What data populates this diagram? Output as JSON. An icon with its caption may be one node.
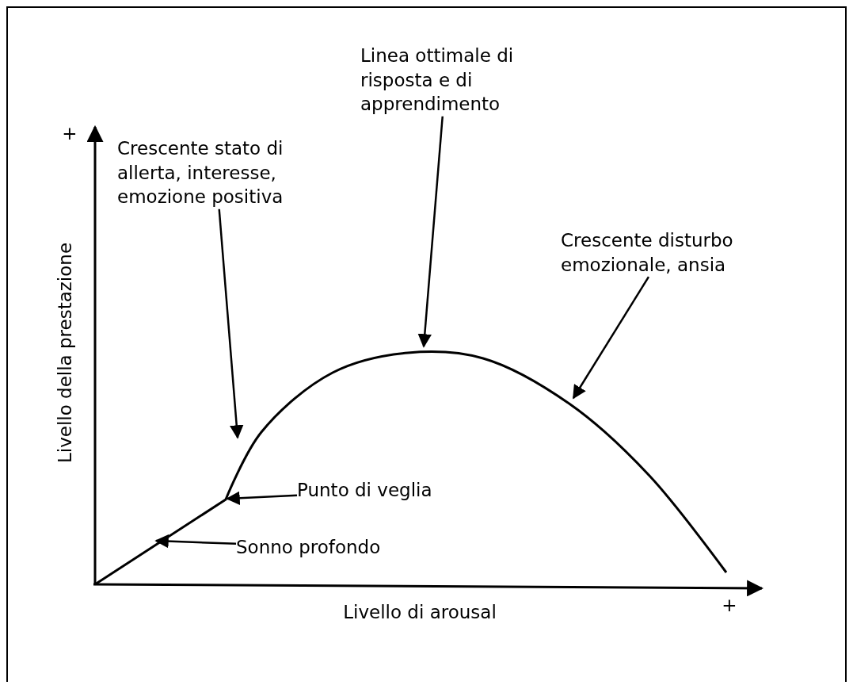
{
  "diagram": {
    "nodes": [
      {
        "text": [
          "Linea ottimale di risposta e di apprendimento"
        ]
      },
      {
        "text": [
          "Crescente stato di allerta, interesse, emozione positiva"
        ]
      },
      {
        "text": [
          "Crescente disturbo emozionale, ansia"
        ]
      },
      {
        "text": [
          "Punto di veglia"
        ]
      },
      {
        "text": [
          "Sonno profondo"
        ]
      }
    ],
    "edges": [
      {
        "from": 0,
        "to": null,
        "arrow": "to"
      },
      {
        "from": 1,
        "to": null,
        "arrow": "to"
      },
      {
        "from": 2,
        "to": null,
        "arrow": "to"
      },
      {
        "from": 3,
        "to": null,
        "arrow": "to"
      },
      {
        "from": 4,
        "to": null,
        "arrow": "to"
      }
    ],
    "labels": [
      "+",
      "Livello della prestazione",
      "Livello di arousal",
      "+"
    ]
  }
}
